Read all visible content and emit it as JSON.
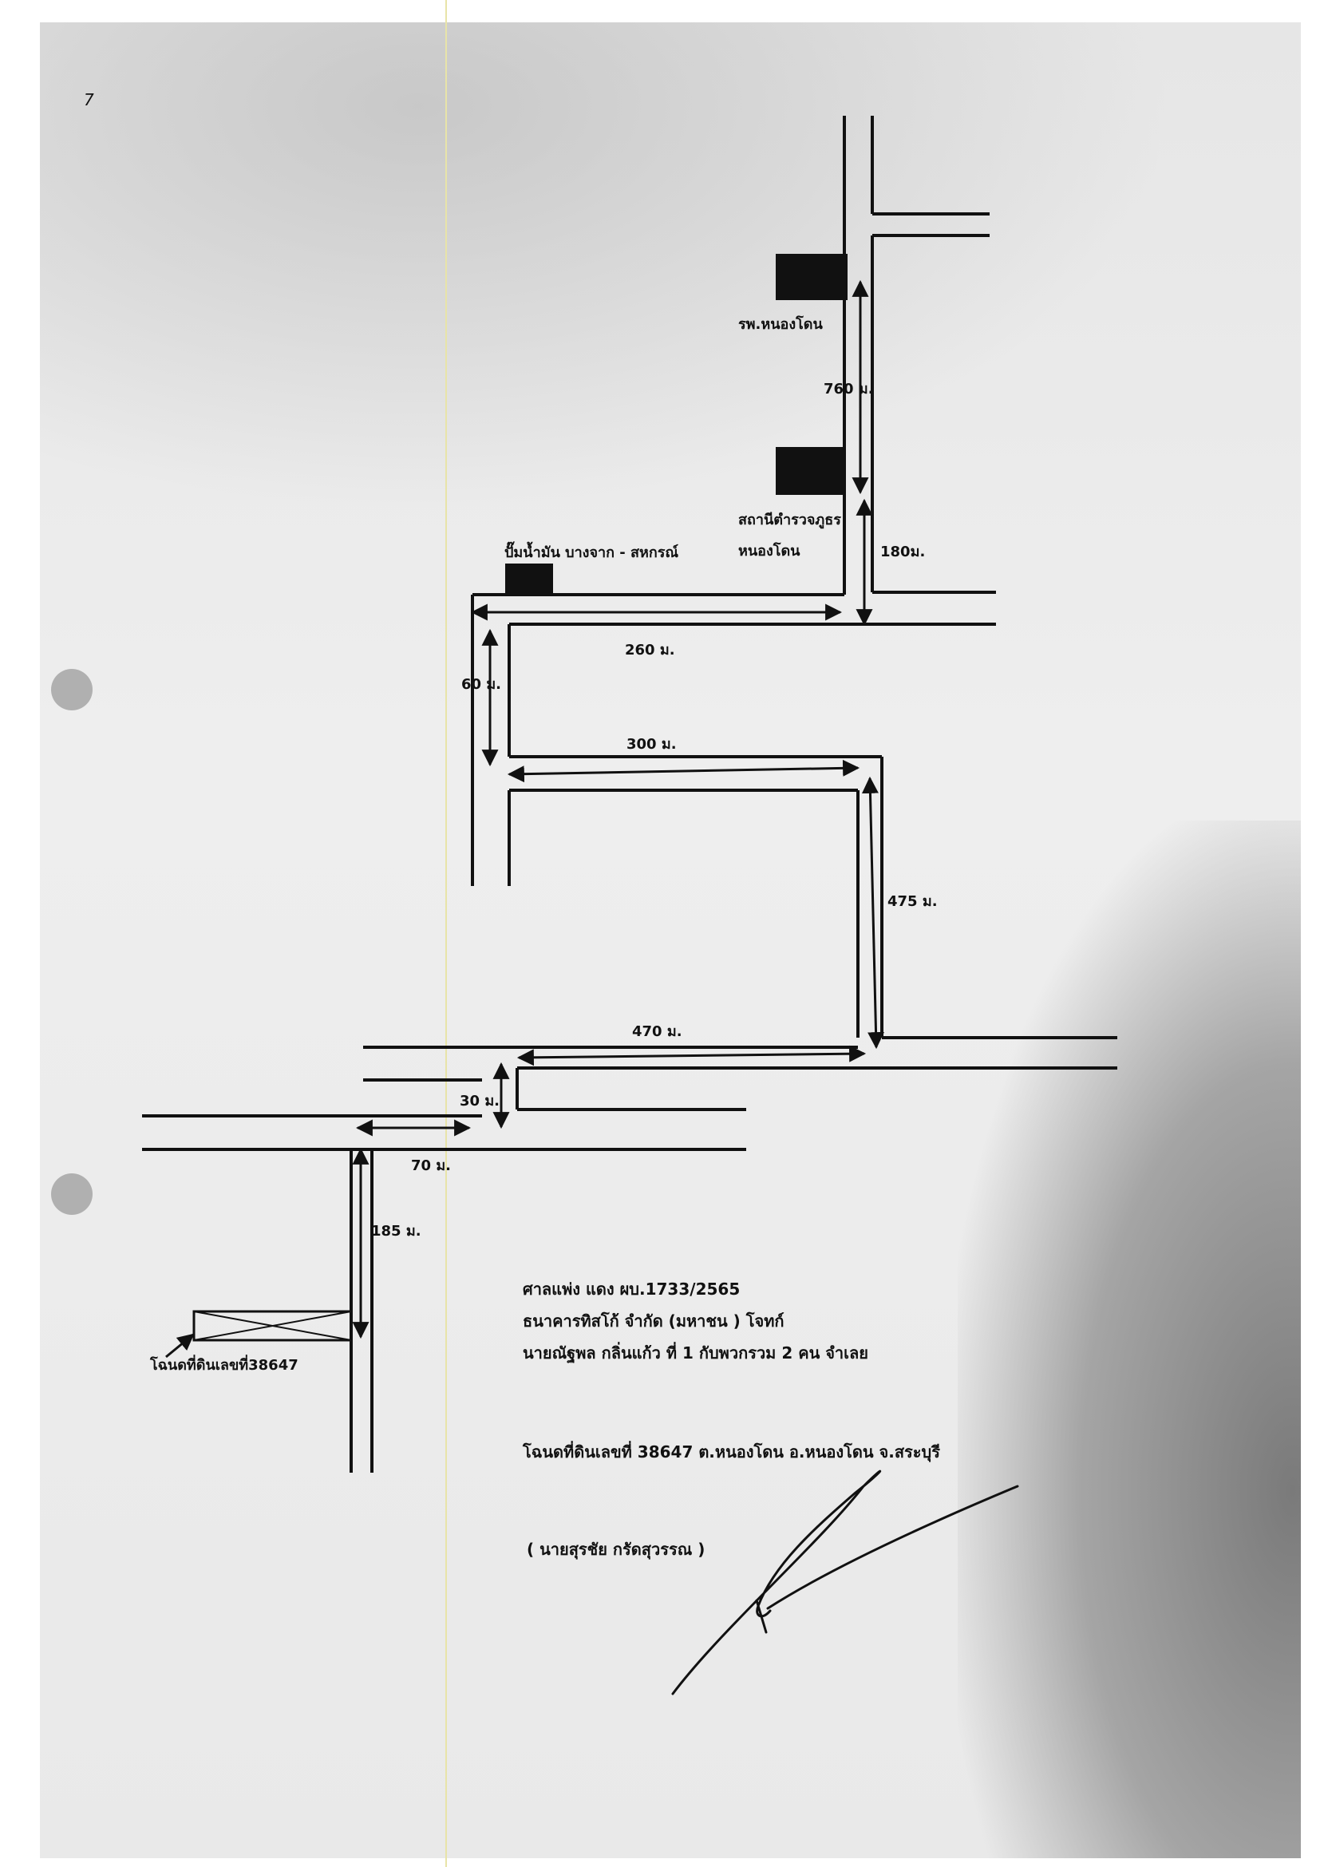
{
  "page_mark": "7",
  "landmarks": {
    "hospital": "รพ.หนองโดน",
    "police_line1": "สถานีตำรวจภูธร",
    "police_line2": "หนองโดน",
    "gas_station": "ปั๊มน้ำมัน บางจาก - สหกรณ์",
    "plot": "โฉนดที่ดินเลขที่38647"
  },
  "distances": {
    "d760": "760 ม.",
    "d180": "180ม.",
    "d260": "260 ม.",
    "d60": "60 ม.",
    "d300": "300 ม.",
    "d475": "475 ม.",
    "d470": "470 ม.",
    "d30": "30 ม.",
    "d70": "70 ม.",
    "d185": "185 ม."
  },
  "case_info": {
    "court": "ศาลแพ่ง แดง ผบ.1733/2565",
    "plaintiff": "ธนาคารทิสโก้ จำกัด  (มหาชน )   โจทก์",
    "defendant": "นายณัฐพล กลิ่นแก้ว ที่ 1 กับพวกรวม 2 คน จำเลย",
    "deed": "โฉนดที่ดินเลขที่ 38647 ต.หนองโดน อ.หนองโดน จ.สระบุรี",
    "signer": "( นายสุรชัย กรัดสุวรรณ )"
  },
  "colors": {
    "ink": "#111111",
    "paper": "#e9e9e9",
    "shadow": "#7a7a7a"
  }
}
